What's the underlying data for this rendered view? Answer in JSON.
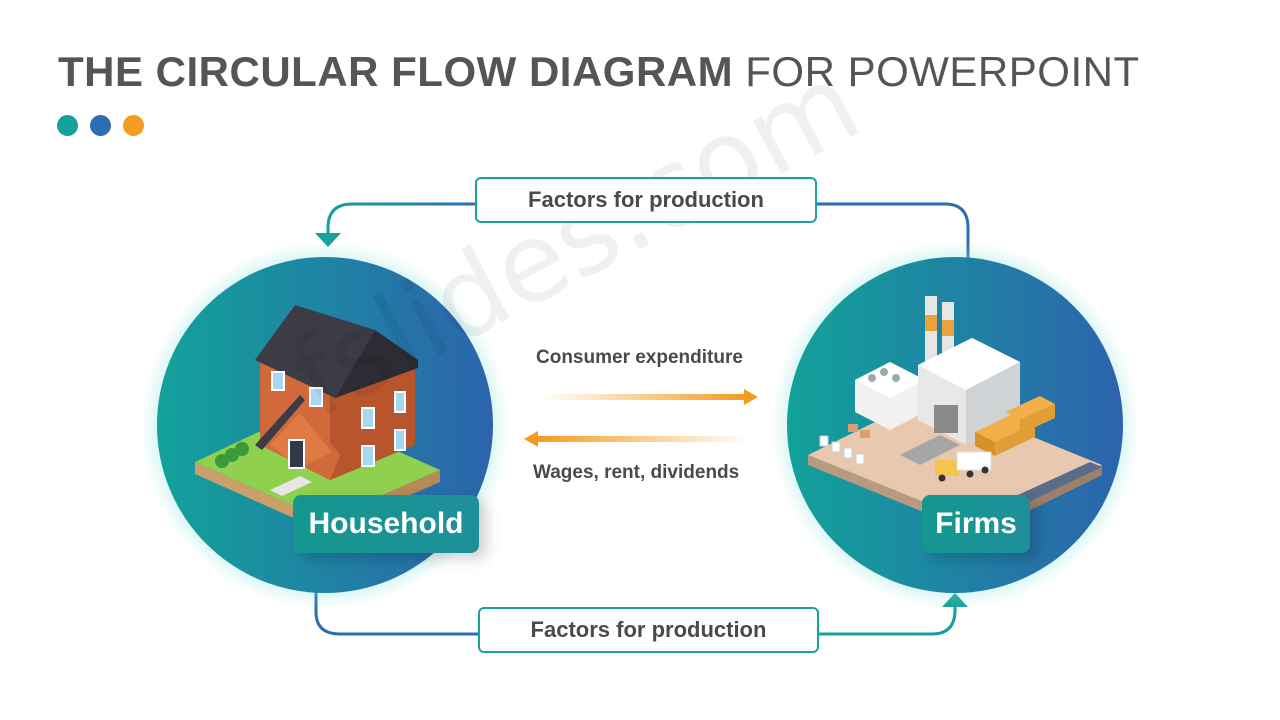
{
  "title": {
    "bold": "THE CIRCULAR FLOW DIAGRAM",
    "light": "FOR POWERPOINT"
  },
  "accent_dots": [
    "#16a09a",
    "#2d6db3",
    "#f39c1f"
  ],
  "colors": {
    "teal": "#16a09a",
    "blue": "#2d6db3",
    "orange": "#f39c1f",
    "text": "#4a4a4a"
  },
  "diagram": {
    "top_box": "Factors for production",
    "bottom_box": "Factors for production",
    "consumer_expenditure": "Consumer expenditure",
    "wages": "Wages, rent, dividends",
    "household": {
      "label": "Household",
      "icon": "house-icon"
    },
    "firms": {
      "label": "Firms",
      "icon": "factory-icon"
    }
  },
  "watermark": "fslides.com"
}
